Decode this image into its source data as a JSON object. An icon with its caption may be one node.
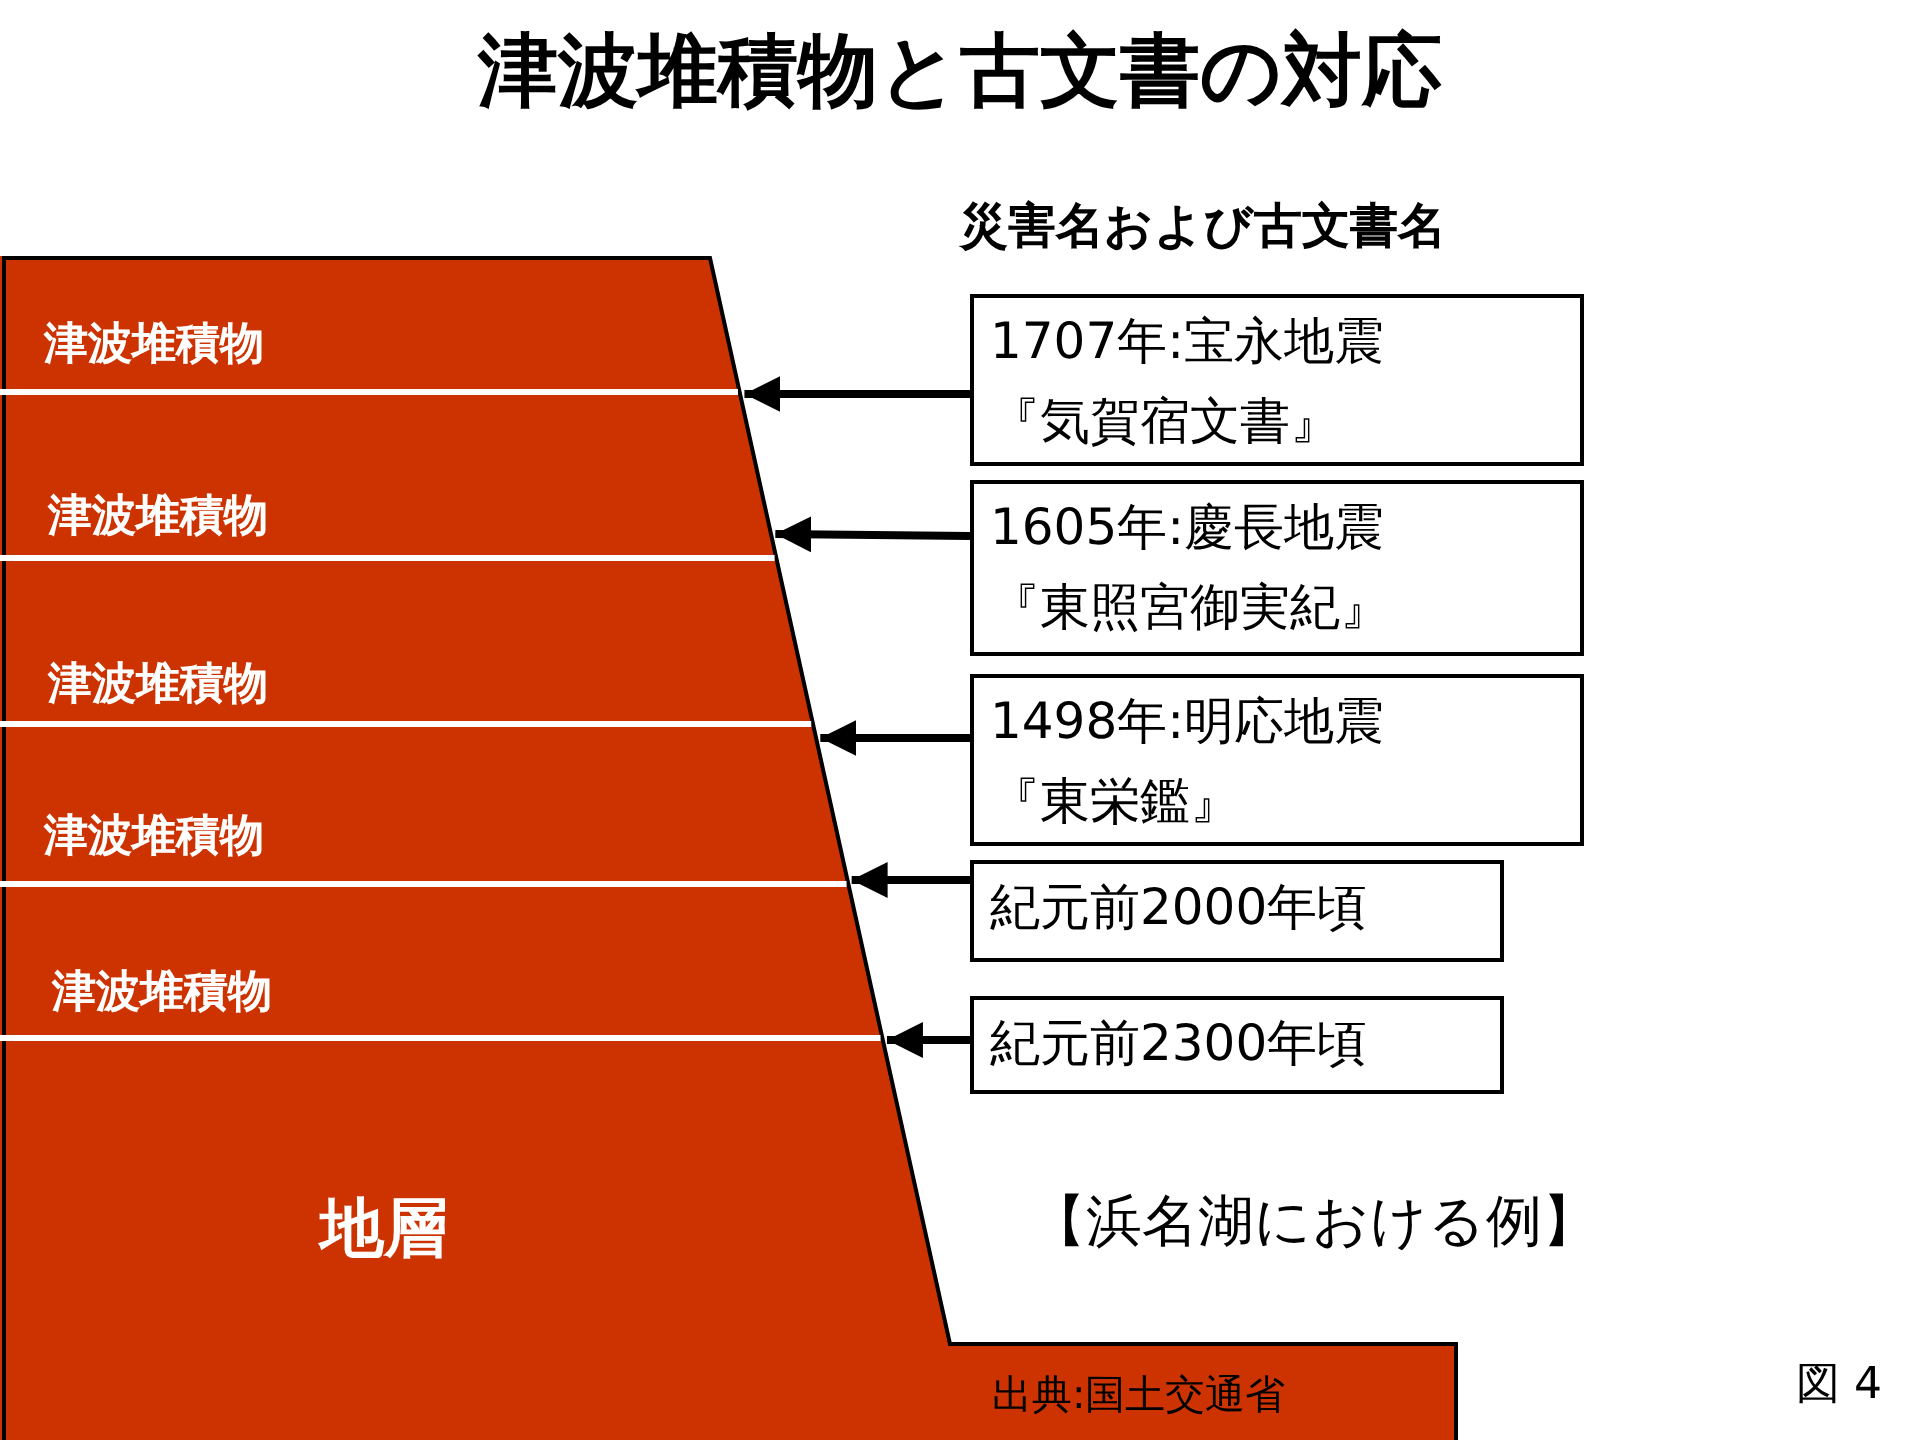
{
  "diagram": {
    "title": "津波堆積物と古文書の対応",
    "nodes": [
      {
        "text": [
          "津波堆積物"
        ]
      },
      {
        "text": [
          "津波堆積物"
        ]
      },
      {
        "text": [
          "津波堆積物"
        ]
      },
      {
        "text": [
          "津波堆積物"
        ]
      },
      {
        "text": [
          "津波堆積物"
        ]
      },
      {
        "text": [
          "地層"
        ]
      },
      {
        "text": [
          "1707年:宝永地震",
          "『気賀宿文書』"
        ]
      },
      {
        "text": [
          "1605年:慶長地震",
          "『東照宮御実紀』"
        ]
      },
      {
        "text": [
          "1498年:明応地震",
          "『東栄鑑』"
        ]
      },
      {
        "text": [
          "紀元前2000年頃"
        ]
      },
      {
        "text": [
          "紀元前2300年頃"
        ]
      }
    ],
    "edges": [
      {
        "from": 6,
        "to": 0,
        "arrow": "to"
      },
      {
        "from": 7,
        "to": 1,
        "arrow": "to"
      },
      {
        "from": 8,
        "to": 2,
        "arrow": "to"
      },
      {
        "from": 9,
        "to": 3,
        "arrow": "to"
      },
      {
        "from": 10,
        "to": 4,
        "arrow": "to"
      }
    ],
    "labels": [
      "災害名および古文書名",
      "【浜名湖における例】",
      "出典:国土交通省",
      "図 4"
    ]
  }
}
